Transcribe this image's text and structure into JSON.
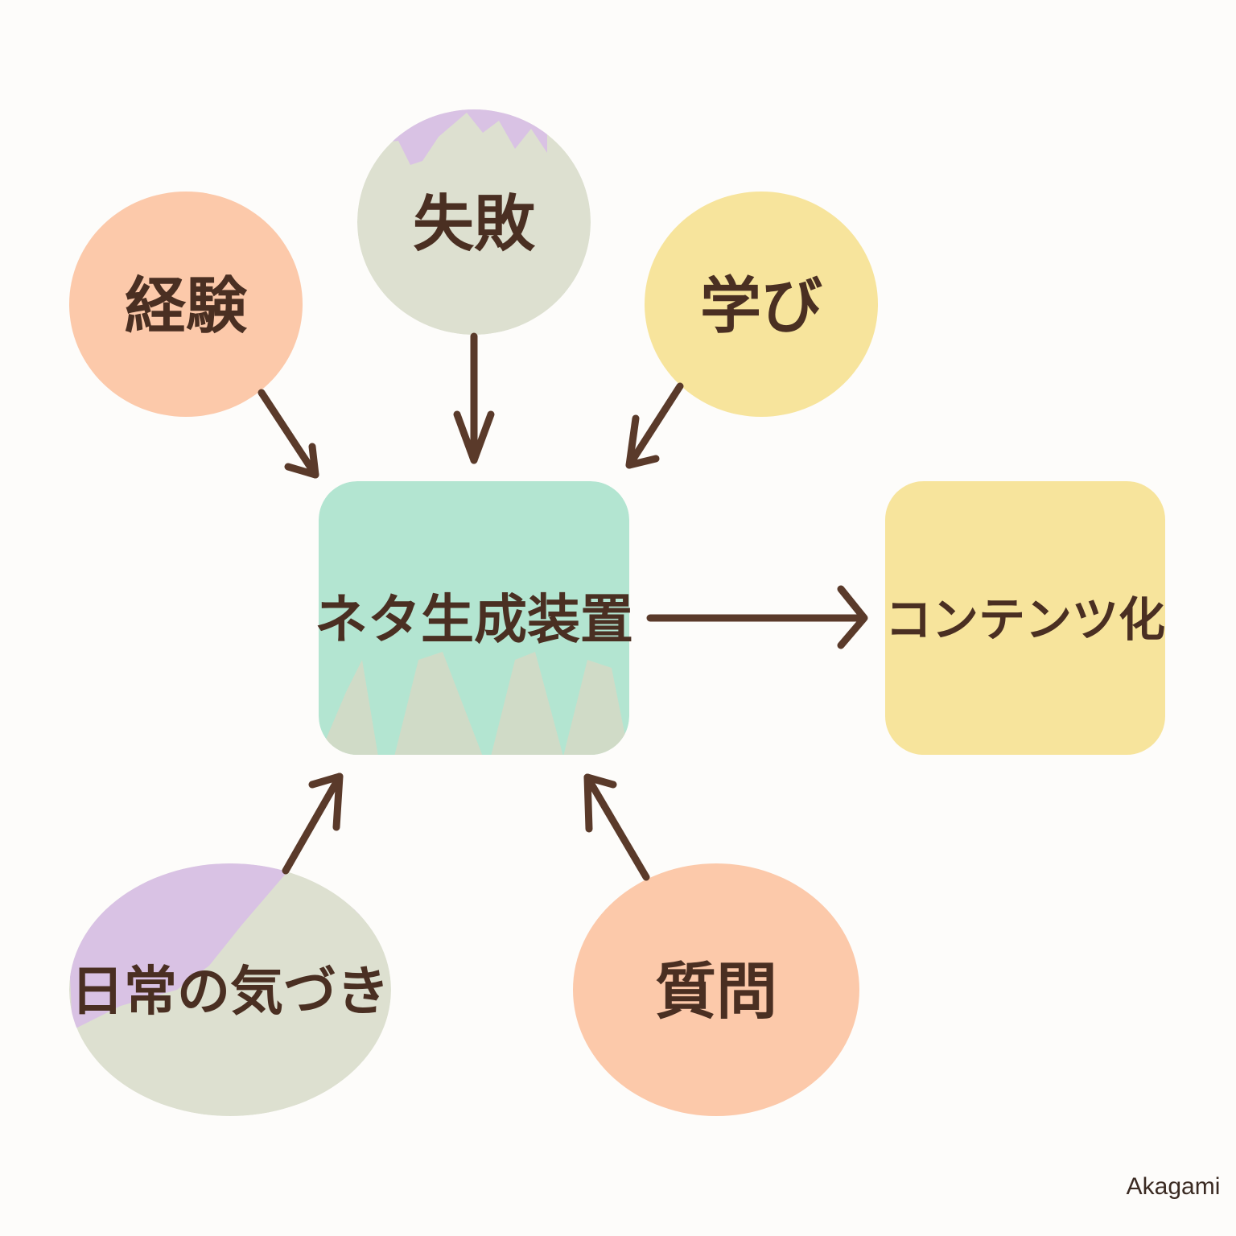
{
  "diagram": {
    "center": {
      "label": "ネタ生成装置",
      "color": "#b3e5d1"
    },
    "output": {
      "label": "コンテンツ化",
      "color": "#f7e49c"
    },
    "inputs": [
      {
        "label": "経験",
        "color": "#fcc9aa"
      },
      {
        "label": "失敗",
        "color": "#dde0d0",
        "accent": "#d9c2e4"
      },
      {
        "label": "学び",
        "color": "#f7e49c"
      },
      {
        "label": "日常の気づき",
        "color": "#dde0d0",
        "accent": "#d9c2e4"
      },
      {
        "label": "質問",
        "color": "#fcc9aa"
      }
    ],
    "arrow_color": "#5a3a2a"
  },
  "signature": "Akagami"
}
